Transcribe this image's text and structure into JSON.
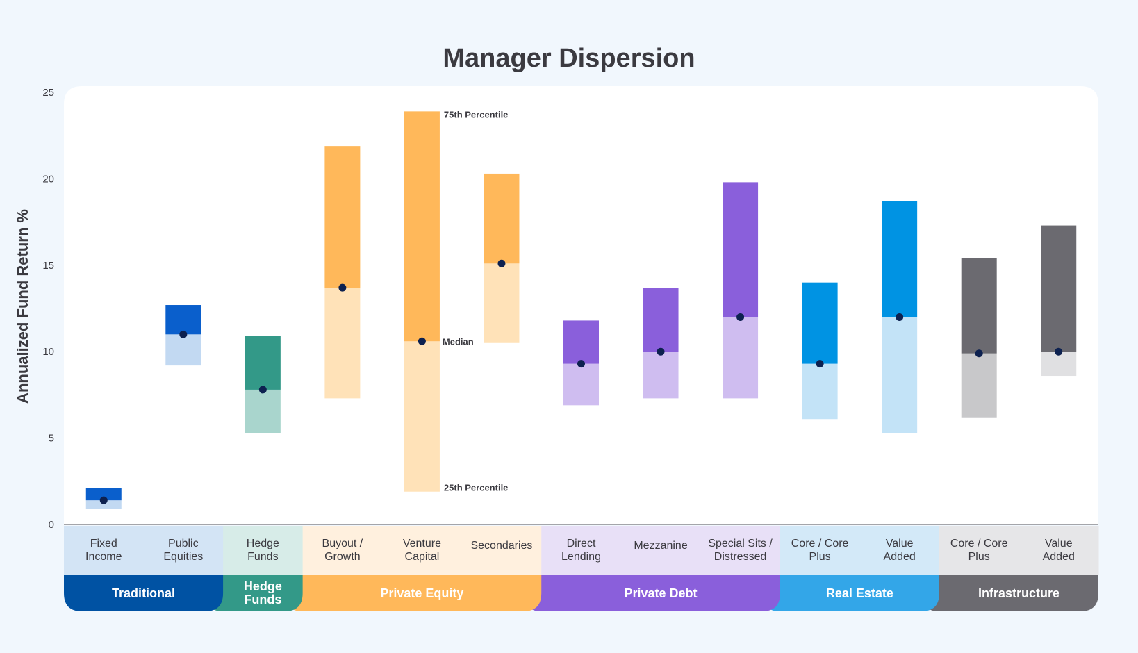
{
  "chart_data": {
    "type": "bar",
    "title": "Manager Dispersion",
    "ylabel": "Annualized Fund Return %",
    "xlabel": "",
    "ylim": [
      0,
      25
    ],
    "yticks": [
      "0",
      "5",
      "10",
      "15",
      "20",
      "25"
    ],
    "grid": false,
    "annotations": {
      "p75": "75th Percentile",
      "median": "Median",
      "p25": "25th Percentile"
    },
    "groups": [
      {
        "name": "Traditional",
        "color": "#0052a3",
        "band_color": "#d3e4f5",
        "categories": [
          {
            "label": [
              "Fixed",
              "Income"
            ],
            "p25": 0.9,
            "median": 1.4,
            "p75": 2.1,
            "upper": "#0a5fcc",
            "lower": "#c2d9f2"
          },
          {
            "label": [
              "Public",
              "Equities"
            ],
            "p25": 9.2,
            "median": 11.0,
            "p75": 12.7,
            "upper": "#0a5fcc",
            "lower": "#c2d9f2"
          }
        ]
      },
      {
        "name": "Hedge Funds",
        "name_lines": [
          "Hedge",
          "Funds"
        ],
        "color": "#339988",
        "band_color": "#d7ece8",
        "categories": [
          {
            "label": [
              "Hedge",
              "Funds"
            ],
            "p25": 5.3,
            "median": 7.8,
            "p75": 10.9,
            "upper": "#339988",
            "lower": "#a9d5cd"
          }
        ]
      },
      {
        "name": "Private Equity",
        "color": "#ffb85a",
        "band_color": "#fff0de",
        "categories": [
          {
            "label": [
              "Buyout /",
              "Growth"
            ],
            "p25": 7.3,
            "median": 13.7,
            "p75": 21.9,
            "upper": "#ffb85a",
            "lower": "#ffe2b8"
          },
          {
            "label": [
              "Venture",
              "Capital"
            ],
            "p25": 1.9,
            "median": 10.6,
            "p75": 23.9,
            "upper": "#ffb85a",
            "lower": "#ffe2b8"
          },
          {
            "label": [
              "Secondaries"
            ],
            "p25": 10.5,
            "median": 15.1,
            "p75": 20.3,
            "upper": "#ffb85a",
            "lower": "#ffe2b8"
          }
        ]
      },
      {
        "name": "Private Debt",
        "color": "#8a5fdb",
        "band_color": "#e8e0f7",
        "categories": [
          {
            "label": [
              "Direct",
              "Lending"
            ],
            "p25": 6.9,
            "median": 9.3,
            "p75": 11.8,
            "upper": "#8a5fdb",
            "lower": "#cfbdf0"
          },
          {
            "label": [
              "Mezzanine"
            ],
            "p25": 7.3,
            "median": 10.0,
            "p75": 13.7,
            "upper": "#8a5fdb",
            "lower": "#cfbdf0"
          },
          {
            "label": [
              "Special Sits /",
              "Distressed"
            ],
            "p25": 7.3,
            "median": 12.0,
            "p75": 19.8,
            "upper": "#8a5fdb",
            "lower": "#cfbdf0"
          }
        ]
      },
      {
        "name": "Real Estate",
        "color": "#33a6e8",
        "band_color": "#d3e9f8",
        "categories": [
          {
            "label": [
              "Core / Core",
              "Plus"
            ],
            "p25": 6.1,
            "median": 9.3,
            "p75": 14.0,
            "upper": "#0093e3",
            "lower": "#c3e3f7"
          },
          {
            "label": [
              "Value",
              "Added"
            ],
            "p25": 5.3,
            "median": 12.0,
            "p75": 18.7,
            "upper": "#0093e3",
            "lower": "#c3e3f7"
          }
        ]
      },
      {
        "name": "Infrastructure",
        "color": "#6b6a70",
        "band_color": "#e6e6e8",
        "categories": [
          {
            "label": [
              "Core / Core",
              "Plus"
            ],
            "p25": 6.2,
            "median": 9.9,
            "p75": 15.4,
            "upper": "#6b6a70",
            "lower": "#c8c8ca"
          },
          {
            "label": [
              "Value",
              "Added"
            ],
            "p25": 8.6,
            "median": 10.0,
            "p75": 17.3,
            "upper": "#6b6a70",
            "lower": "#e0e0e2"
          }
        ]
      }
    ],
    "median_marker_color": "#0d2150",
    "axis_color": "#8a8a8f"
  }
}
